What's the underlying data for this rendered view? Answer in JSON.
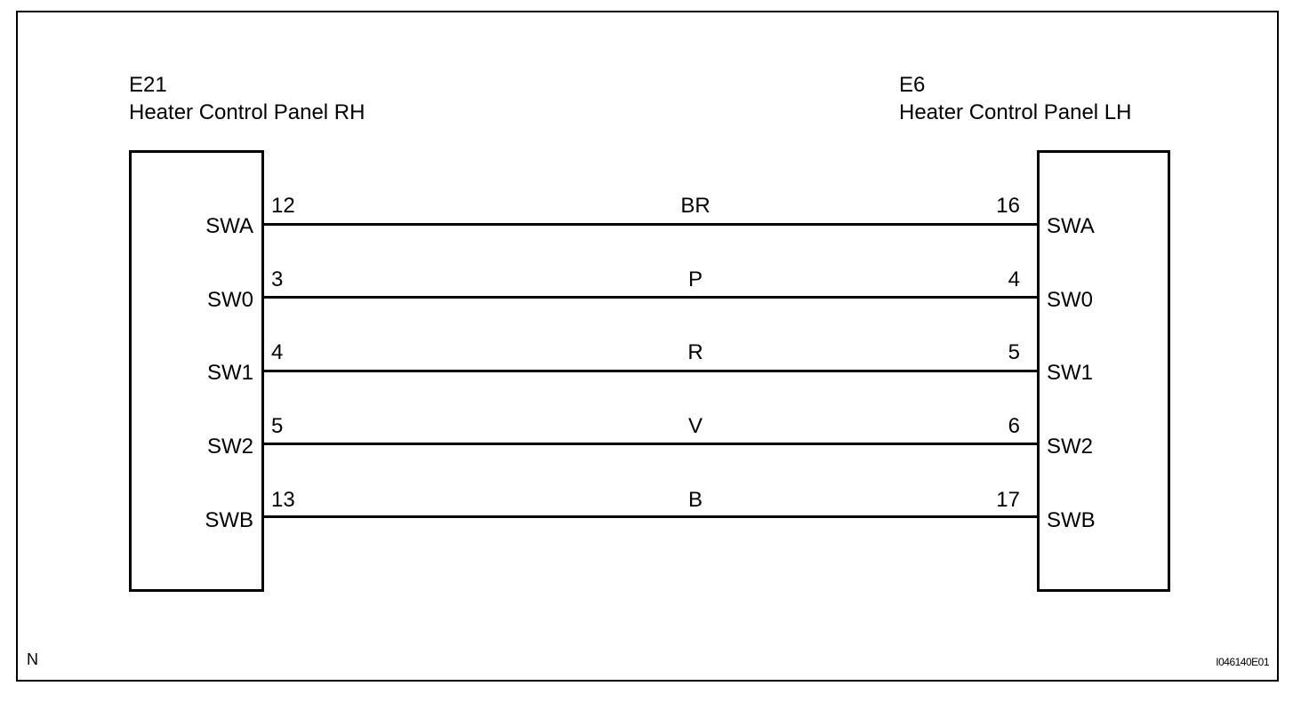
{
  "connector_left": {
    "code": "E21",
    "name": "Heater Control Panel RH"
  },
  "connector_right": {
    "code": "E6",
    "name": "Heater Control Panel LH"
  },
  "wires": [
    {
      "left_terminal": "SWA",
      "left_pin": "12",
      "color": "BR",
      "right_pin": "16",
      "right_terminal": "SWA"
    },
    {
      "left_terminal": "SW0",
      "left_pin": "3",
      "color": "P",
      "right_pin": "4",
      "right_terminal": "SW0"
    },
    {
      "left_terminal": "SW1",
      "left_pin": "4",
      "color": "R",
      "right_pin": "5",
      "right_terminal": "SW1"
    },
    {
      "left_terminal": "SW2",
      "left_pin": "5",
      "color": "V",
      "right_pin": "6",
      "right_terminal": "SW2"
    },
    {
      "left_terminal": "SWB",
      "left_pin": "13",
      "color": "B",
      "right_pin": "17",
      "right_terminal": "SWB"
    }
  ],
  "corner_left": "N",
  "corner_right": "I046140E01"
}
